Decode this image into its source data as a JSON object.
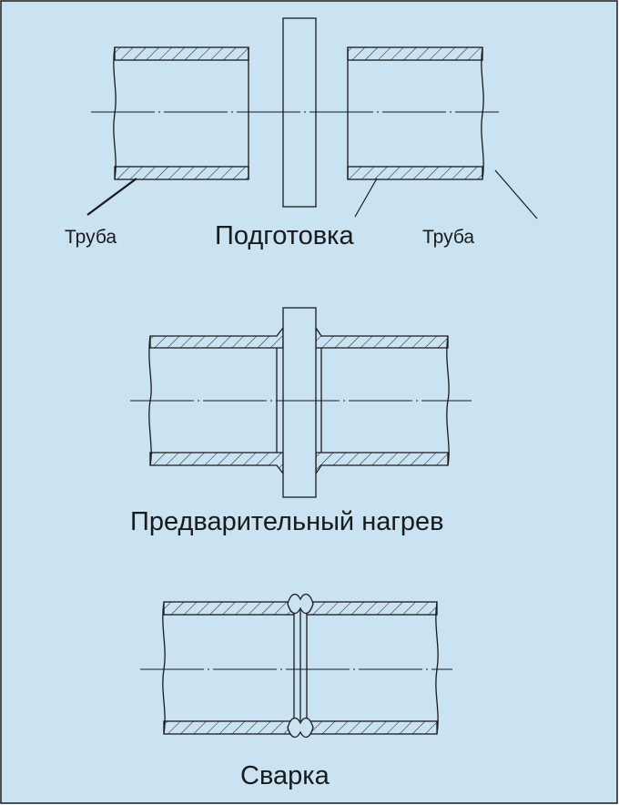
{
  "colors": {
    "background": "#c9e3f3",
    "frame": "#1a1a1a",
    "line": "#1a1a1a"
  },
  "labels": {
    "pipe_left": "Труба",
    "pipe_right": "Труба",
    "stage_preparation": "Подготовка",
    "stage_preheat": "Предварительный нагрев",
    "stage_welding": "Сварка"
  }
}
